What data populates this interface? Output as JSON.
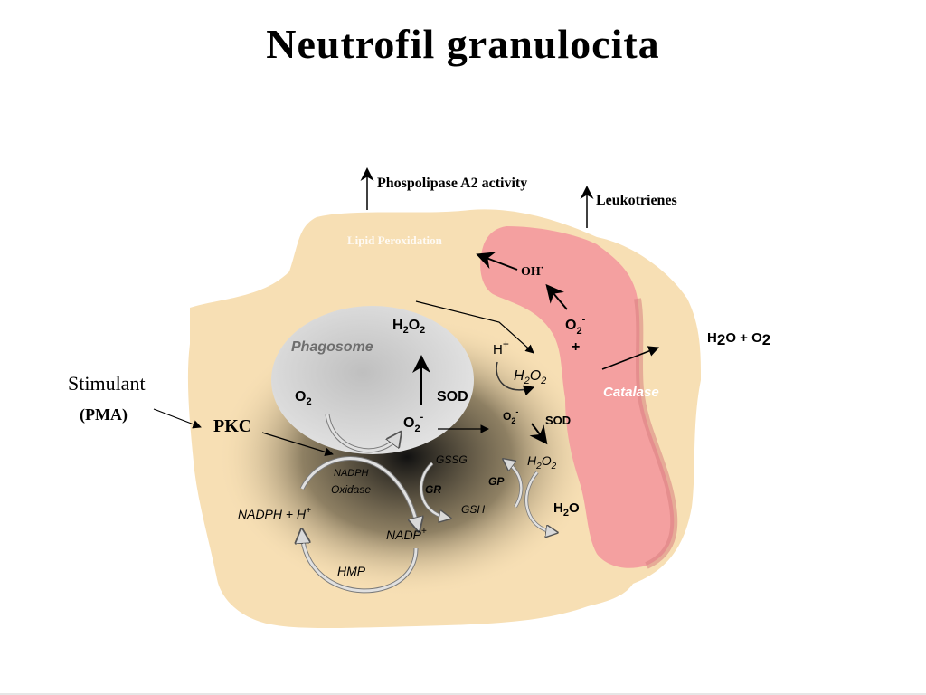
{
  "title": "Neutrofil granulocita",
  "colors": {
    "cell_body": "#f7dfb4",
    "granule": "#f4a0a0",
    "phagosome": "#d6d6d6",
    "arrow_gray": "#bfbfbf",
    "text": "#000000"
  },
  "labels": {
    "phospholipase": "Phospolipase A2 activity",
    "leukotrienes": "Leukotrienes",
    "lipid_peroxidation": "Lipid Peroxidation",
    "oh": "OH",
    "oh_dot": "·",
    "o2_minus_granule": {
      "base": "O",
      "sub": "2",
      "sup": "-"
    },
    "plus": "+",
    "h_plus": {
      "base": "H",
      "sup": "+"
    },
    "h2o_o2": {
      "a": "H",
      "b": "2",
      "c": "O + O",
      "d": "2"
    },
    "catalase": "Catalase",
    "phagosome": "Phagosome",
    "h2o2_phagosome": {
      "a": "H",
      "b": "2",
      "c": "O",
      "d": "2"
    },
    "o2_phagosome": {
      "base": "O",
      "sub": "2"
    },
    "sod_phagosome": "SOD",
    "o2_minus_phagosome": {
      "base": "O",
      "sub": "2",
      "sup": "-"
    },
    "h2o2_cyto": {
      "a": "H",
      "b": "2",
      "c": "O",
      "d": "2"
    },
    "o2_minus_cyto": {
      "base": "O",
      "sub": "2",
      "sup": "-"
    },
    "sod_cyto": "SOD",
    "stimulant": "Stimulant",
    "pma": "(PMA)",
    "pkc": "PKC",
    "nadph_oxidase_1": "NADPH",
    "nadph_oxidase_2": "Oxidase",
    "nadph_h": {
      "base": "NADPH + H",
      "sup": "+"
    },
    "nadp": {
      "base": "NADP",
      "sup": "+"
    },
    "hmp": "HMP",
    "gssg": "GSSG",
    "gr": "GR",
    "gsh": "GSH",
    "gp": "GP",
    "h2o2_lower": {
      "a": "H",
      "b": "2",
      "c": "O",
      "d": "2"
    },
    "h2o": {
      "base": "H",
      "sub": "2",
      "tail": "O"
    }
  }
}
